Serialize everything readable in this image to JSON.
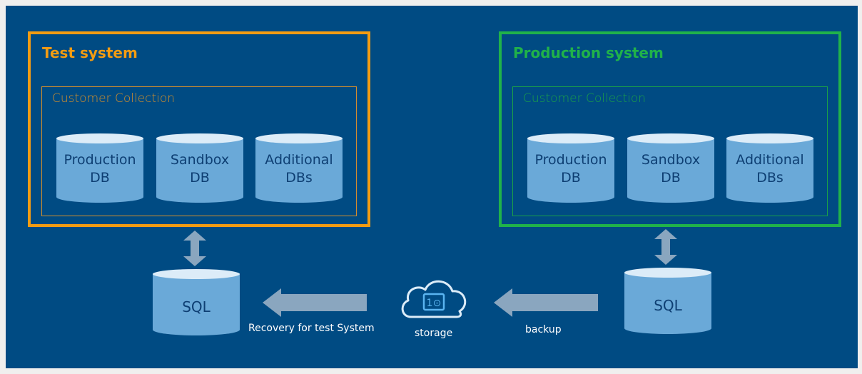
{
  "test_system": {
    "title": "Test system",
    "collection_label": "Customer Collection",
    "databases": [
      {
        "line1": "Production",
        "line2": "DB"
      },
      {
        "line1": "Sandbox",
        "line2": "DB"
      },
      {
        "line1": "Additional",
        "line2": "DBs"
      }
    ]
  },
  "production_system": {
    "title": "Production system",
    "collection_label": "Customer Collection",
    "databases": [
      {
        "line1": "Production",
        "line2": "DB"
      },
      {
        "line1": "Sandbox",
        "line2": "DB"
      },
      {
        "line1": "Additional",
        "line2": "DBs"
      }
    ]
  },
  "sql_left": {
    "label": "SQL"
  },
  "sql_right": {
    "label": "SQL"
  },
  "storage": {
    "label": "storage",
    "icon": "cloud-storage-icon",
    "glyph": "1⊙"
  },
  "recovery_caption": "Recovery for test System",
  "backup_caption": "backup",
  "colors": {
    "background": "#004b83",
    "test_border": "#f39c12",
    "production_border": "#20b24a",
    "cylinder_body": "#6aa9d8",
    "cylinder_top": "#dcecf8",
    "arrow": "#8aa6bf"
  }
}
